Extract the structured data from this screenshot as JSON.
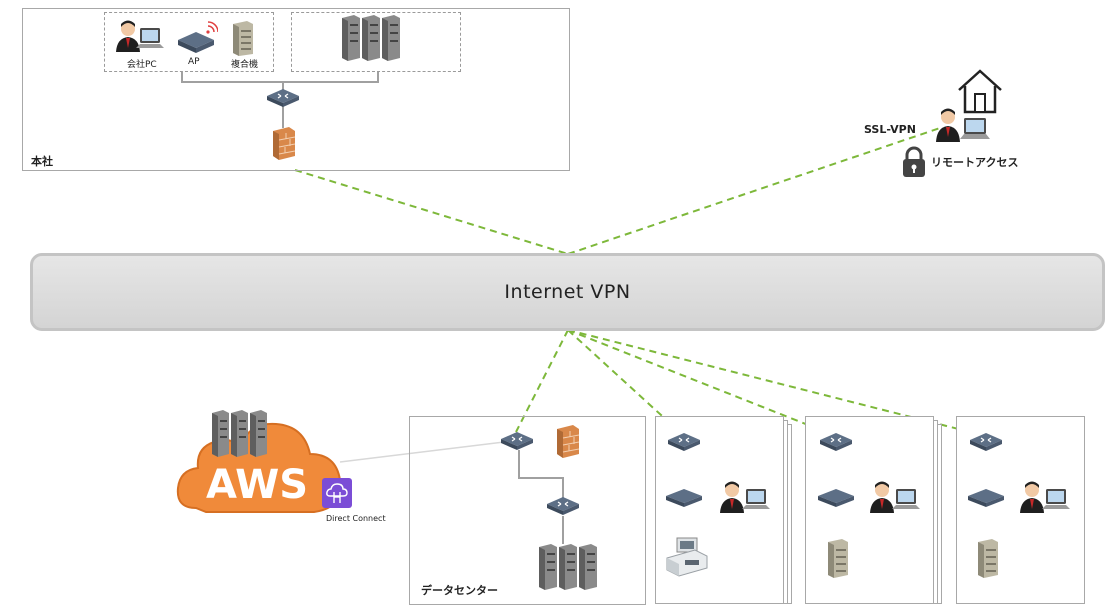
{
  "hq": {
    "label": "本社",
    "devices": {
      "pc": "会社PC",
      "ap": "AP",
      "mfp": "複合機"
    }
  },
  "remote": {
    "vpn_type": "SSL-VPN",
    "label": "リモートアクセス"
  },
  "vpn": {
    "label": "Internet VPN"
  },
  "cloud": {
    "name": "AWS",
    "service": "Direct Connect"
  },
  "datacenter": {
    "label": "データセンター"
  },
  "colors": {
    "vpn_link": "#7db83a",
    "hq_firewall": "#d9884a",
    "aws_cloud": "#f08a3a",
    "direct_connect": "#7b4dd6"
  }
}
